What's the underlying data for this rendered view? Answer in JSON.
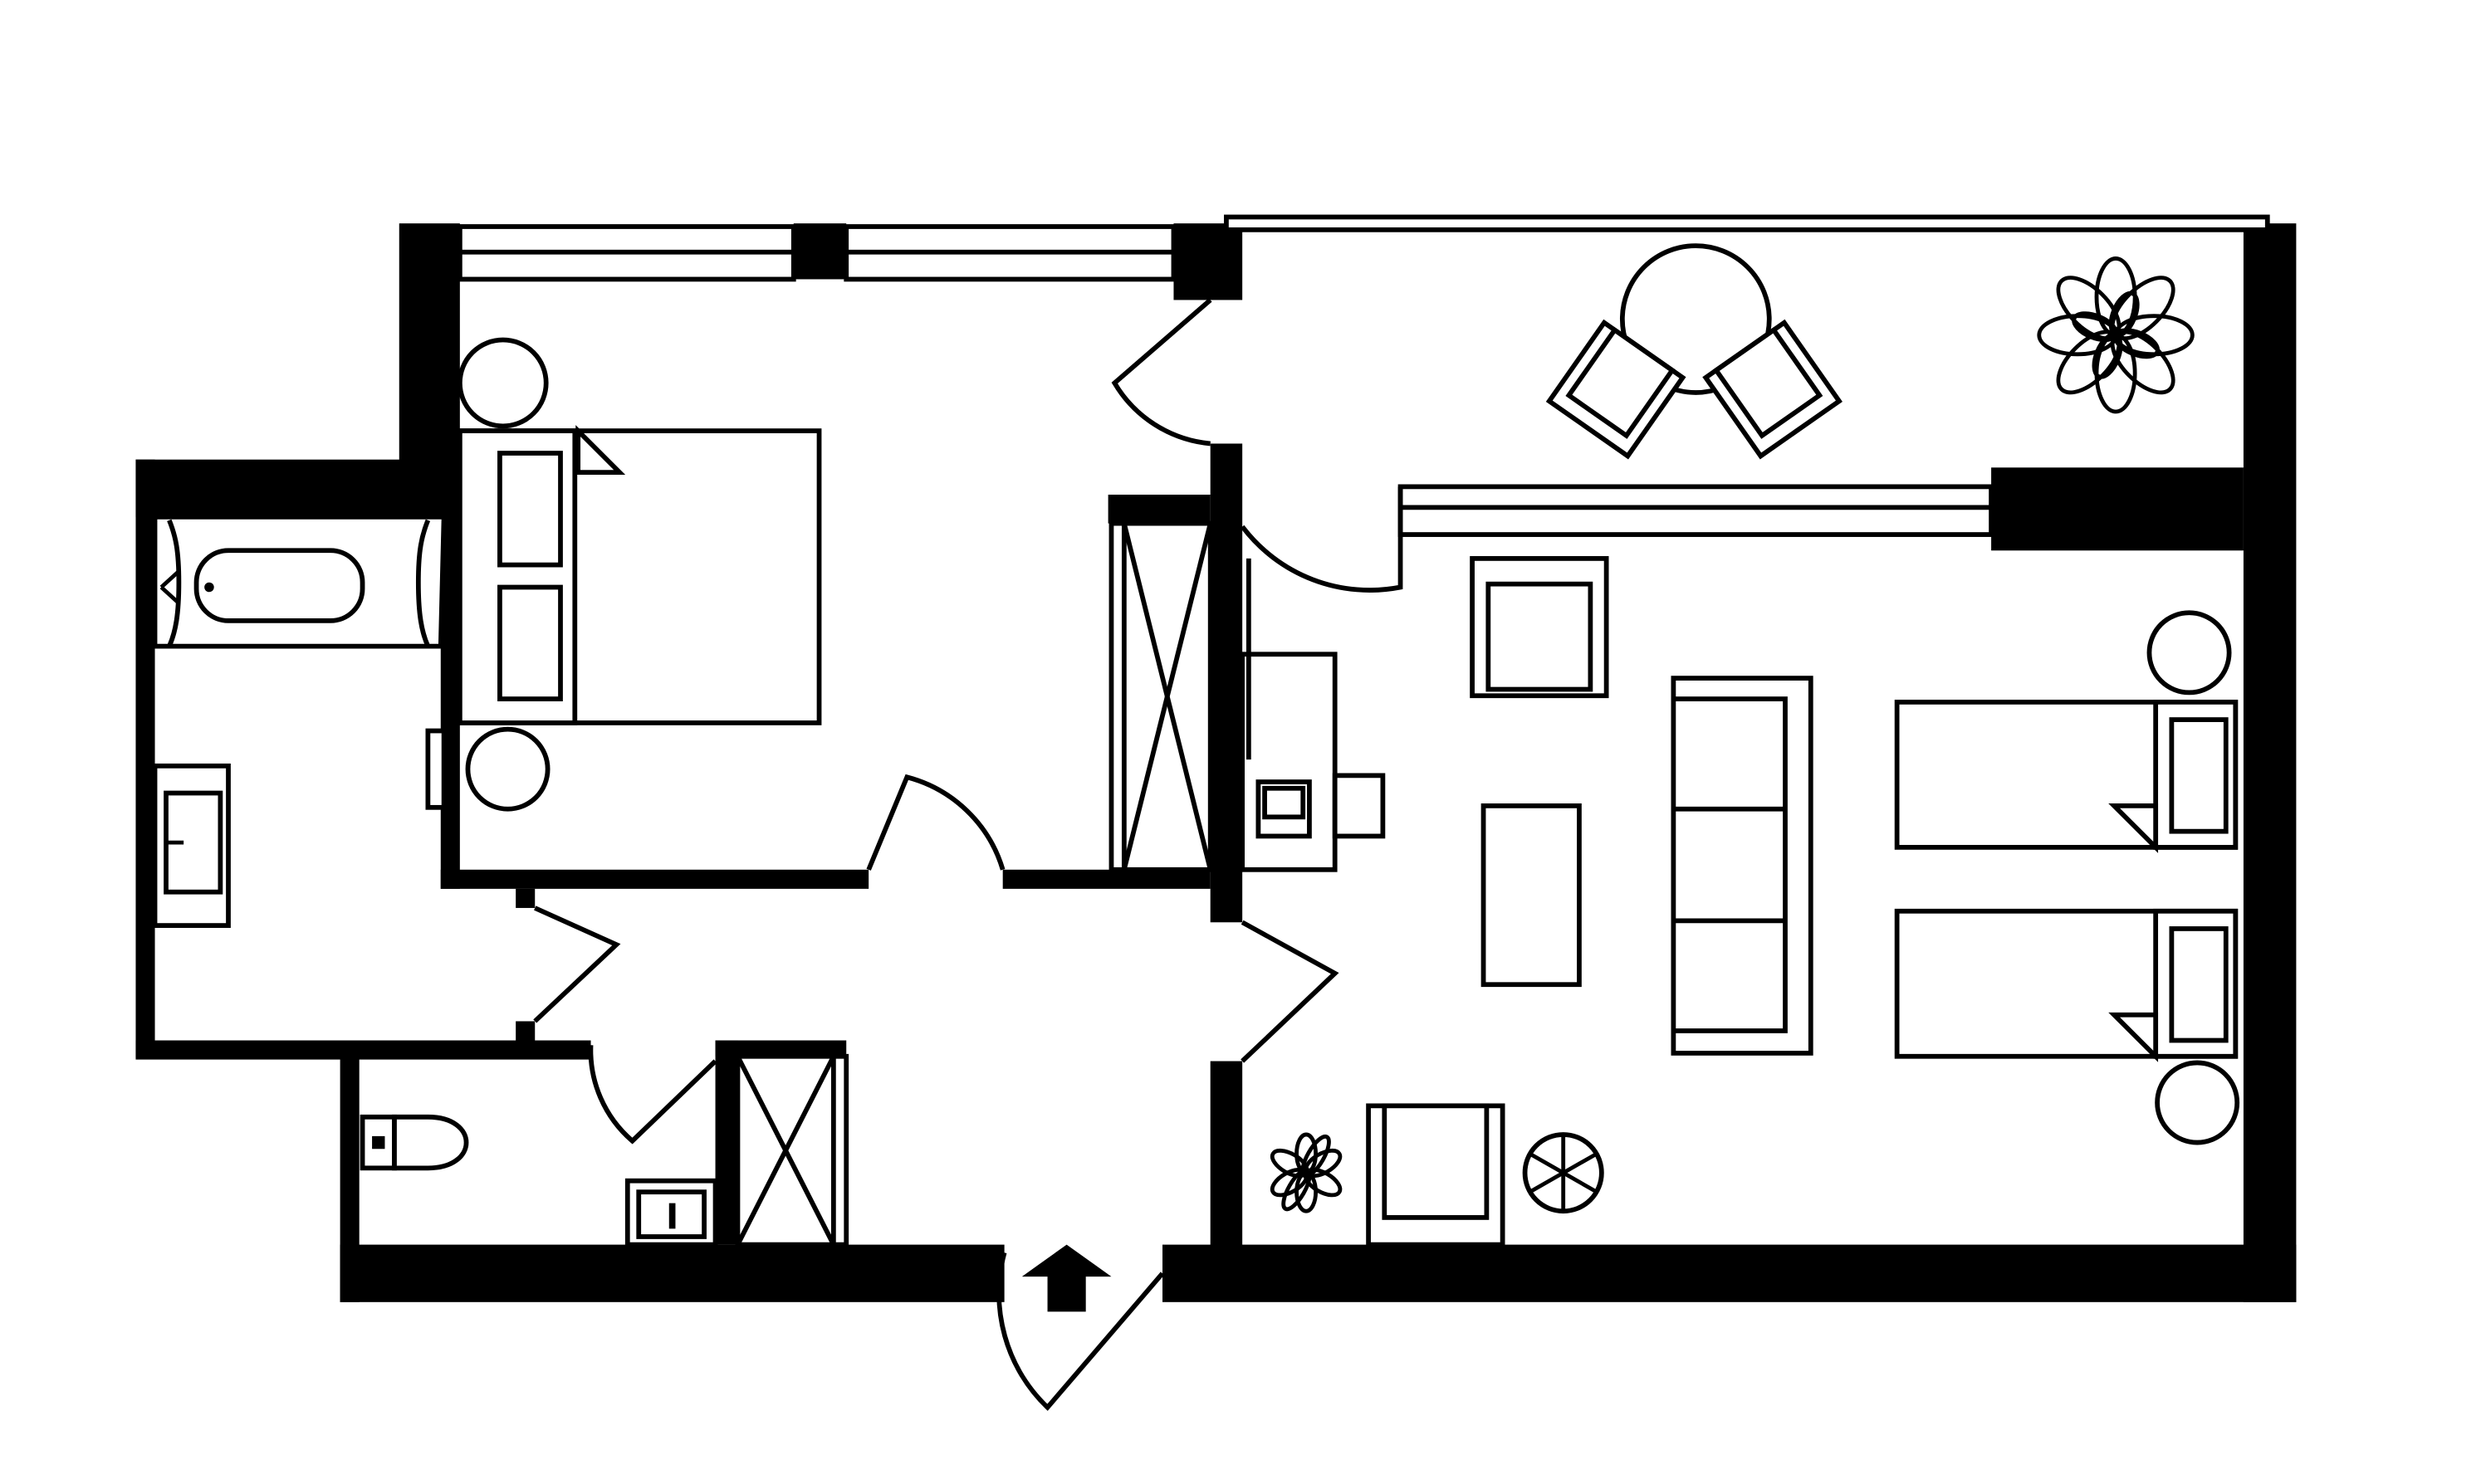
{
  "diagram": {
    "kind": "floor-plan",
    "text_labels": [],
    "colors": {
      "wall": "#000000",
      "background": "#ffffff",
      "line": "#000000"
    },
    "rooms": [
      {
        "id": "bedroom",
        "furniture": [
          "double-bed",
          "nightstand",
          "nightstand"
        ]
      },
      {
        "id": "bathroom",
        "furniture": [
          "bathtub",
          "vanity-sink"
        ]
      },
      {
        "id": "wc",
        "furniture": [
          "toilet",
          "small-sink"
        ]
      },
      {
        "id": "hallway",
        "furniture": [
          "wardrobe",
          "wardrobe",
          "entrance-arrow"
        ]
      },
      {
        "id": "living-room",
        "furniture": [
          "armchair",
          "sofa",
          "coffee-table",
          "desk",
          "armchair",
          "side-table",
          "potted-plant",
          "single-bed",
          "single-bed",
          "nightstand",
          "nightstand"
        ]
      },
      {
        "id": "balcony",
        "furniture": [
          "round-table",
          "chair",
          "chair",
          "potted-plant"
        ]
      }
    ],
    "icons": [
      "entrance-arrow-icon",
      "plant-icon",
      "round-table-icon"
    ]
  }
}
